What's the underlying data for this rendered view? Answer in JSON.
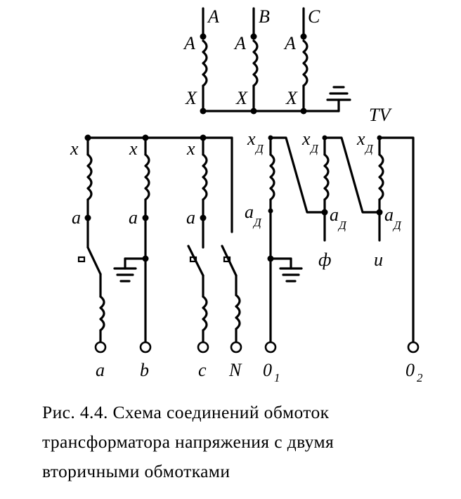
{
  "labels": {
    "phase_a": "A",
    "phase_b": "B",
    "phase_c": "C",
    "primary_start": "A",
    "primary_end": "X",
    "transformer": "TV",
    "sec_start": "x",
    "sec_end": "a",
    "add_start": "x",
    "add_end": "a",
    "add_sub": "Д",
    "out_a": "a",
    "out_b": "b",
    "out_c": "c",
    "out_n": "N",
    "out_o1_main": "0",
    "out_o1_sub": "1",
    "out_o2_main": "0",
    "out_o2_sub": "2",
    "phi": "ф",
    "u": "u"
  },
  "caption": {
    "line1": "Рис. 4.4. Схема соединений обмоток",
    "line2": "трансформатора напряжения с двумя",
    "line3": "вторичными обмотками"
  }
}
